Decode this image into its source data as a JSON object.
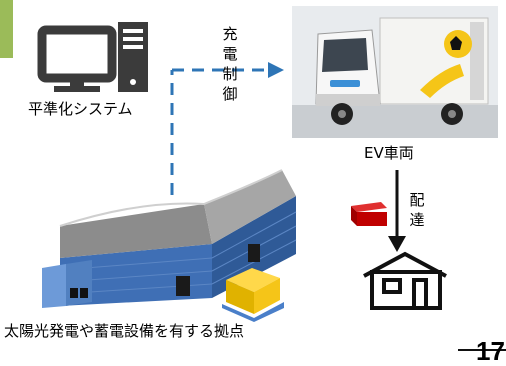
{
  "labels": {
    "system": "平準化システム",
    "charge_control": [
      "充",
      "電",
      "制",
      "御"
    ],
    "ev": "EV車両",
    "delivery": [
      "配",
      "達"
    ],
    "base": "太陽光発電や蓄電設備を有する拠点",
    "page_number": "17"
  },
  "colors": {
    "accent_bar": "#9bbb59",
    "dashed_line": "#2e75b6",
    "icon_dark": "#3b3b3b",
    "package": "#c00000",
    "warehouse_wall": "#3f6fb5",
    "warehouse_roof": "#8c8c8c",
    "pallet_box": "#f5c518"
  }
}
